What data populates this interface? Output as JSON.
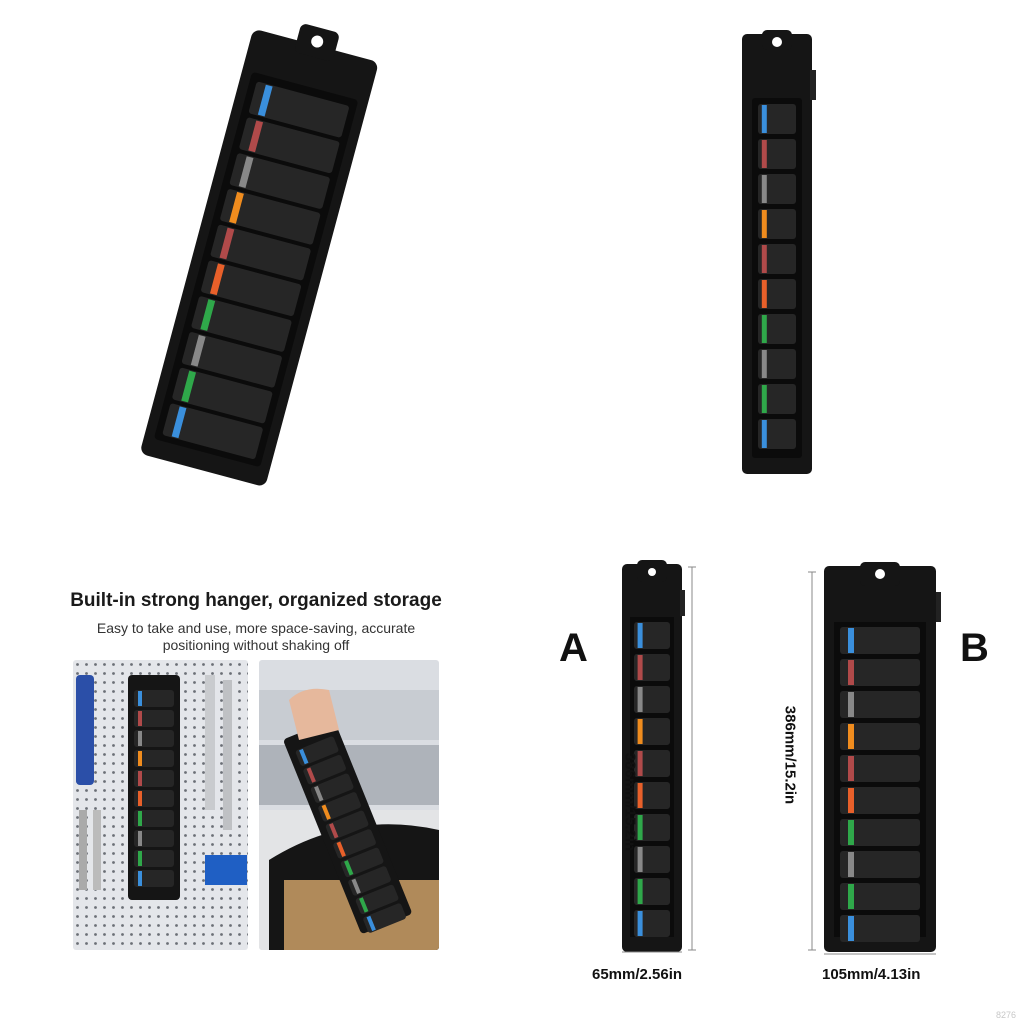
{
  "panels": {
    "hanger": {
      "headline": "Built-in strong hanger, organized storage",
      "subline1": "Easy to take and use, more space-saving, accurate",
      "subline2": "positioning without shaking off"
    },
    "dimensions": {
      "variant_a": {
        "letter": "A",
        "height_label": "386mm/15.2in",
        "width_label": "65mm/2.56in"
      },
      "variant_b": {
        "letter": "B",
        "height_label": "386mm/15.2in",
        "width_label": "105mm/4.13in"
      }
    }
  },
  "watermark": "8276",
  "socket_ring_colors": [
    "#3a8fdc",
    "#b04a4a",
    "#888888",
    "#f08c1e",
    "#b04a4a",
    "#e8602a",
    "#2fa84a",
    "#888888",
    "#2fa84a",
    "#3a8fdc"
  ],
  "colors": {
    "tray": "#151515",
    "socket": "#262626",
    "dim_line": "#888888"
  }
}
